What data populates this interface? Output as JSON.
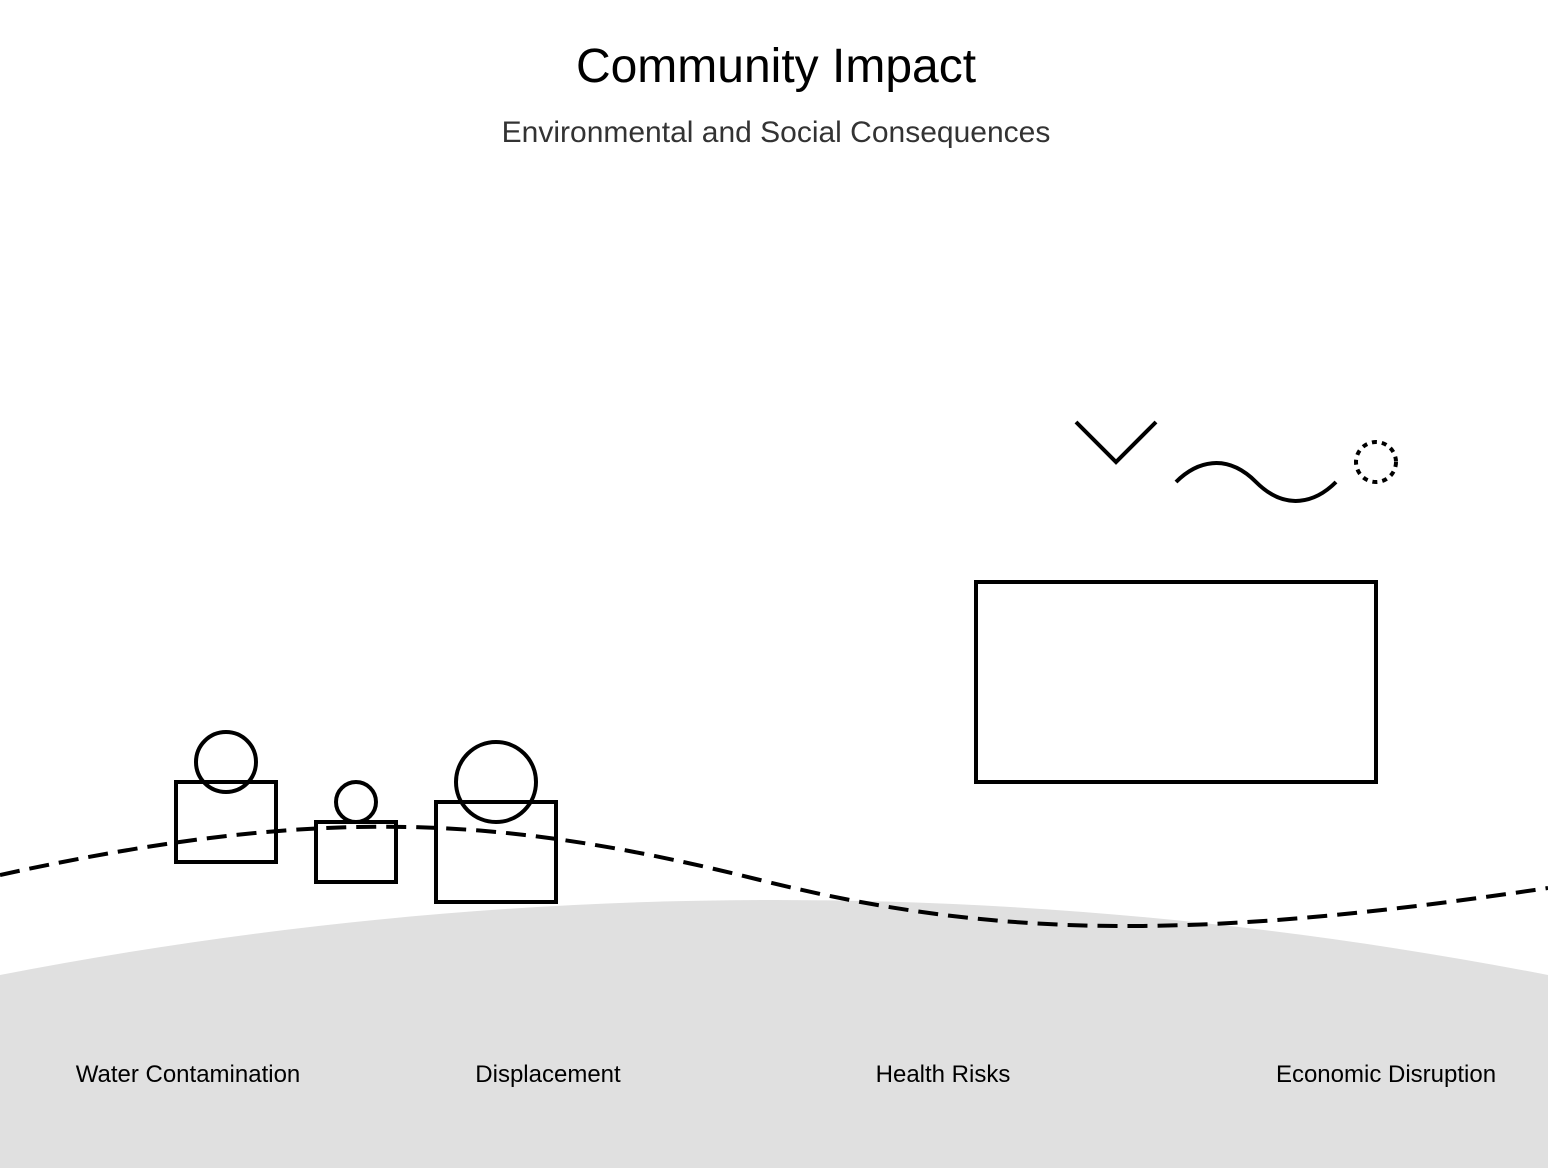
{
  "header": {
    "title": "Community Impact",
    "subtitle": "Environmental and Social Consequences"
  },
  "labels": [
    "Water Contamination",
    "Displacement",
    "Health Risks",
    "Economic Disruption"
  ],
  "colors": {
    "background": "#ffffff",
    "ground": "#e0e0e0",
    "stroke": "#000000",
    "subtitle": "#333333"
  }
}
